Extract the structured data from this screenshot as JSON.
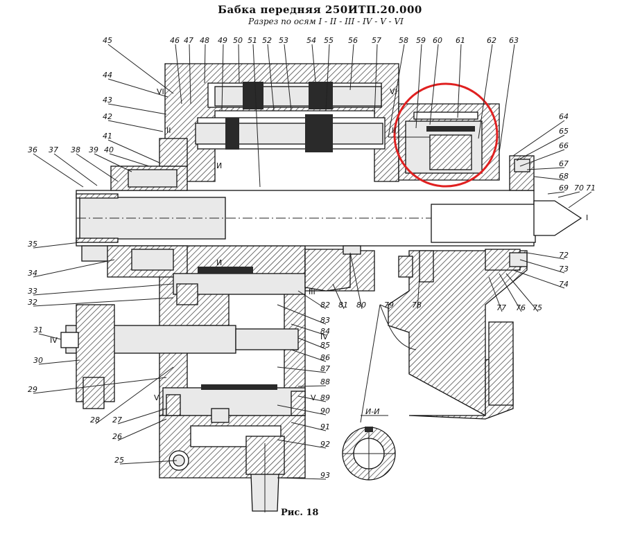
{
  "header": {
    "title": "Бабка передняя 250ИТП.20.000",
    "subtitle": "Разрез по осям I - II - III - IV - V - VI"
  },
  "caption": "Рис. 18",
  "section_label": "И-И",
  "callouts": [
    "25",
    "26",
    "27",
    "28",
    "29",
    "30",
    "31",
    "32",
    "33",
    "34",
    "35",
    "36",
    "37",
    "38",
    "39",
    "40",
    "41",
    "42",
    "43",
    "44",
    "45",
    "46",
    "47",
    "48",
    "49",
    "50",
    "51",
    "52",
    "53",
    "54",
    "55",
    "56",
    "57",
    "58",
    "59",
    "60",
    "61",
    "62",
    "63",
    "64",
    "65",
    "66",
    "67",
    "68",
    "69",
    "70",
    "71",
    "72",
    "73",
    "74",
    "75",
    "76",
    "77",
    "78",
    "79",
    "80",
    "81",
    "82",
    "83",
    "84",
    "85",
    "86",
    "87",
    "88",
    "89",
    "90",
    "91",
    "92",
    "93"
  ],
  "axis_marks": [
    "I",
    "II",
    "III",
    "IV",
    "V",
    "VI",
    "И"
  ],
  "highlight": {
    "color": "#e02020",
    "shape": "circle"
  },
  "colors": {
    "ink": "#111111",
    "background": "#ffffff"
  }
}
